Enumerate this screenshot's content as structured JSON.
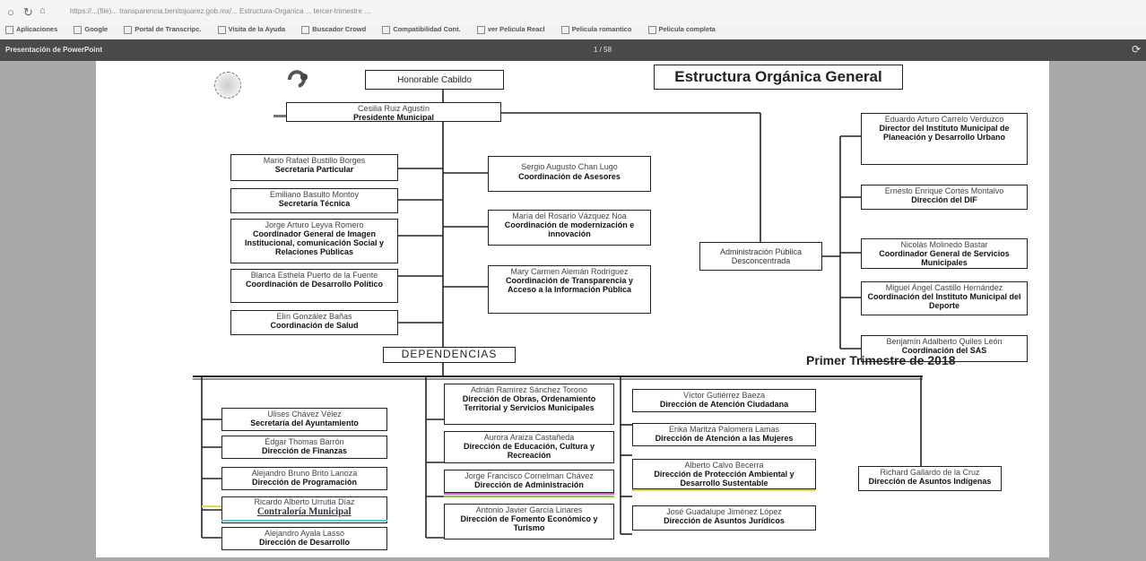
{
  "browser": {
    "back_icon": "back-icon",
    "reload_icon": "reload-icon",
    "home_icon": "home-icon",
    "url": "https://...(file)... transparencia.benitojuarez.gob.mx/... Estructura-Organica ... tercer-trimestre ...",
    "bookmarks": [
      {
        "label": "Aplicaciones"
      },
      {
        "label": "Google"
      },
      {
        "label": "Portal de Transcripc."
      },
      {
        "label": "Visita de la Ayuda"
      },
      {
        "label": "Buscador Crowd"
      },
      {
        "label": "Compatibilidad Cont."
      },
      {
        "label": "ver Pelicula Reacl"
      },
      {
        "label": "Pelicula romantico"
      },
      {
        "label": "Pelicula completa"
      }
    ]
  },
  "viewer": {
    "title": "Presentación de PowerPoint",
    "page_indicator": "1 / 58",
    "rotate_icon": "rotate-icon"
  },
  "slide": {
    "title": "Estructura Orgánica General",
    "subtitle": "Primer Trimestre de 2018",
    "cabildo": "Honorable Cabildo",
    "presidente": {
      "name": "Cesilia Ruiz Agustín",
      "role": "Presidente Municipal"
    },
    "dependencias": "DEPENDENCIAS",
    "admin_publica": "Administración Pública Desconcentrada",
    "left_staff": [
      {
        "name": "Mario Rafael Bustillo Borges",
        "role": "Secretaría Particular"
      },
      {
        "name": "Emiliano Basulto Montoy",
        "role": "Secretaría Técnica"
      },
      {
        "name": "Jorge Arturo Leyva Romero",
        "role": "Coordinador General de Imagen Institucional, comunicación Social y Relaciones Públicas"
      },
      {
        "name": "Blanca Esthela Puerto de la Fuente",
        "role": "Coordinación de Desarrollo Político"
      },
      {
        "name": "Elín González Bañas",
        "role": "Coordinación de Salud"
      }
    ],
    "right_staff": [
      {
        "name": "Sergio Augusto Chan Lugo",
        "role": "Coordinación de Asesores"
      },
      {
        "name": "María del Rosario Vázquez Noa",
        "role": "Coordinación de modernización e innovación"
      },
      {
        "name": "Mary Carmen Alemán Rodríguez",
        "role": "Coordinación de Transparencia y Acceso a la Información Pública"
      }
    ],
    "desconcentrada": [
      {
        "name": "Eduardo Arturo Carrelo Verduzco",
        "role": "Director del Instituto Municipal de Planeación y Desarrollo Urbano"
      },
      {
        "name": "Ernesto Enrique Cortés Montalvo",
        "role": "Dirección del DIF"
      },
      {
        "name": "Nicolás Molinedo Bastar",
        "role": "Coordinador General de Servicios Municipales"
      },
      {
        "name": "Miguel Ángel Castillo Hernández",
        "role": "Coordinación del Instituto Municipal del Deporte"
      },
      {
        "name": "Benjamín Adalberto Quiles León",
        "role": "Coordinación del SAS"
      }
    ],
    "dep_col1": [
      {
        "name": "Ulises Chávez Vélez",
        "role": "Secretaría del Ayuntamiento"
      },
      {
        "name": "Édgar Thomas Barrón",
        "role": "Dirección de Finanzas"
      },
      {
        "name": "Alejandro Bruno Brito Lanoza",
        "role": "Dirección de Programación"
      },
      {
        "name": "Ricardo Alberto Urrutia Díaz",
        "role": "Contraloría Municipal"
      },
      {
        "name": "Alejandro Ayala Lasso",
        "role": "Dirección de Desarrollo"
      }
    ],
    "dep_col2": [
      {
        "name": "Adrián Ramírez Sánchez Torono",
        "role": "Dirección de Obras, Ordenamiento Territorial y Servicios Municipales"
      },
      {
        "name": "Aurora Araiza Castañeda",
        "role": "Dirección de Educación, Cultura y Recreación"
      },
      {
        "name": "Jorge Francisco Cornelman Chávez",
        "role": "Dirección de Administración"
      },
      {
        "name": "Antonio Javier García Linares",
        "role": "Dirección de Fomento Económico y Turismo"
      }
    ],
    "dep_col3": [
      {
        "name": "Víctor Gutiérrez Baeza",
        "role": "Dirección de Atención Ciudadana"
      },
      {
        "name": "Erika Maritza Palomera Lamas",
        "role": "Dirección de Atención a las Mujeres"
      },
      {
        "name": "Alberto Calvo Becerra",
        "role": "Dirección de Protección Ambiental y Desarrollo Sustentable"
      },
      {
        "name": "José Guadalupe Jiménez López",
        "role": "Dirección de Asuntos Jurídicos"
      }
    ],
    "dep_col4": [
      {
        "name": "Richard Gallardo de la Cruz",
        "role": "Dirección de Asuntos Indígenas"
      }
    ]
  }
}
